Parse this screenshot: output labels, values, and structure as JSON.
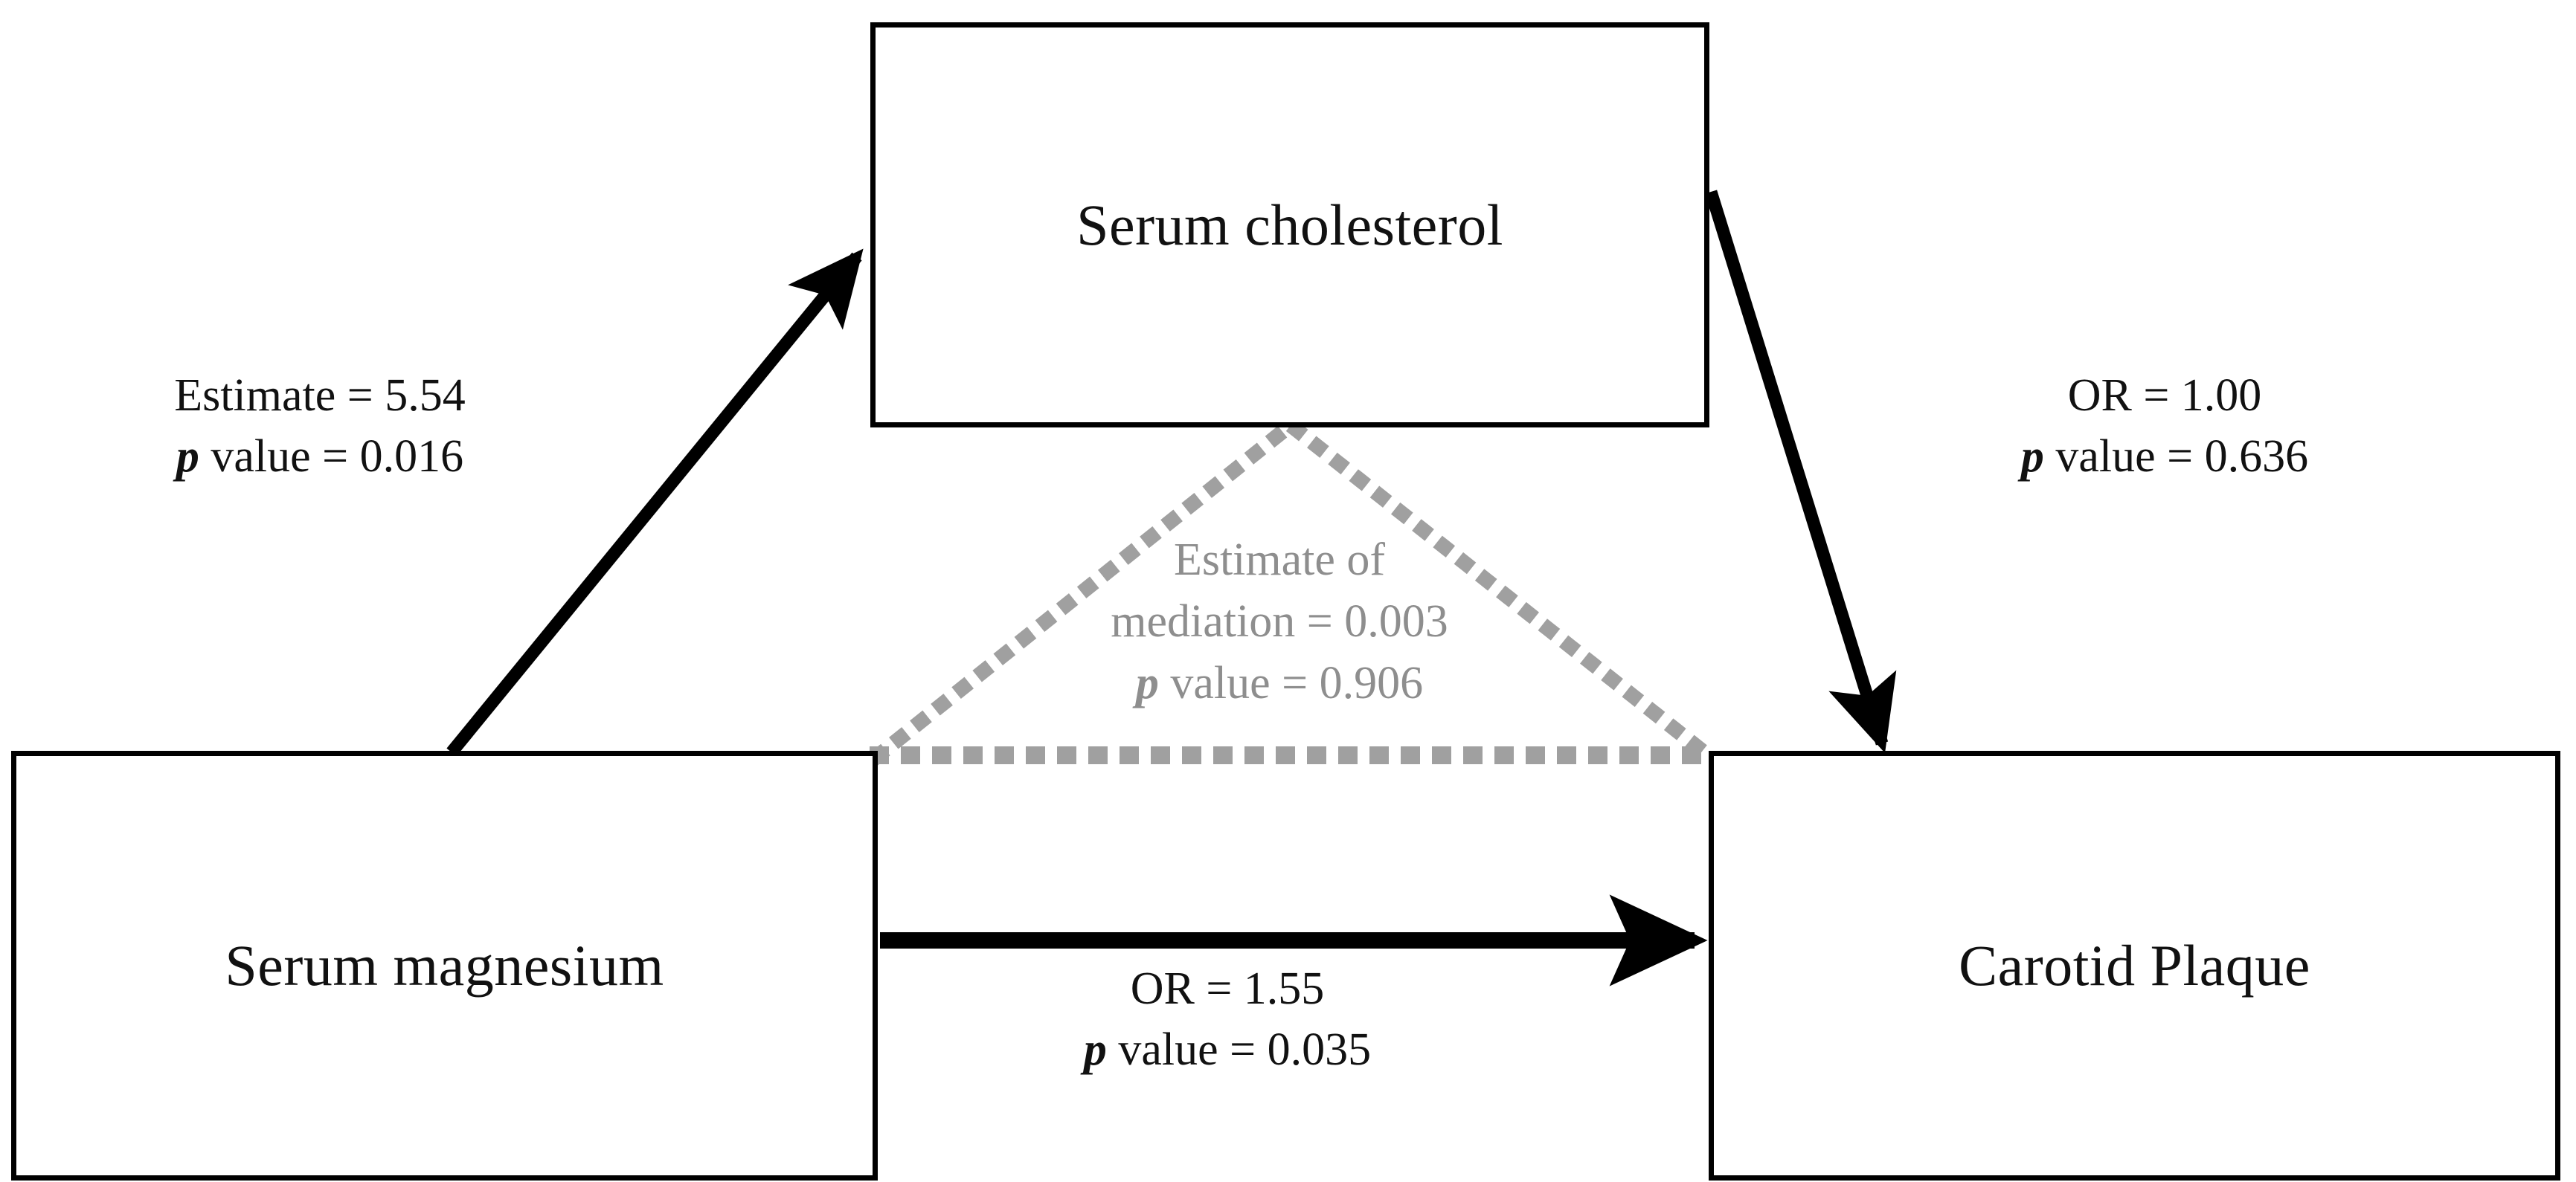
{
  "diagram": {
    "type": "mediation-path-diagram",
    "title": "",
    "nodes": [
      {
        "id": "mediator",
        "label": "Serum cholesterol",
        "role": "mediator",
        "position": "top-center"
      },
      {
        "id": "exposure",
        "label": "Serum magnesium",
        "role": "exposure",
        "position": "bottom-left"
      },
      {
        "id": "outcome",
        "label": "Carotid Plaque",
        "role": "outcome",
        "position": "bottom-right"
      }
    ],
    "edges": [
      {
        "id": "a-path",
        "from": "exposure",
        "to": "mediator",
        "style": "solid",
        "color": "#000000",
        "line1_prefix": "Estimate = ",
        "line1_value": "5.54",
        "line1": "Estimate = 5.54",
        "line2_p": "p",
        "line2_rest": " value = 0.016",
        "line2": "p value = 0.016",
        "estimate": 5.54,
        "p_value": 0.016
      },
      {
        "id": "b-path",
        "from": "mediator",
        "to": "outcome",
        "style": "solid",
        "color": "#000000",
        "line1_prefix": "OR = ",
        "line1_value": "1.00",
        "line1": "OR = 1.00",
        "line2_p": "p",
        "line2_rest": " value = 0.636",
        "line2": "p value = 0.636",
        "odds_ratio": 1.0,
        "p_value": 0.636
      },
      {
        "id": "c-path",
        "from": "exposure",
        "to": "outcome",
        "style": "solid",
        "color": "#000000",
        "line1_prefix": "OR = ",
        "line1_value": "1.55",
        "line1": "OR = 1.55",
        "line2_p": "p",
        "line2_rest": " value = 0.035",
        "line2": "p value = 0.035",
        "odds_ratio": 1.55,
        "p_value": 0.035
      },
      {
        "id": "indirect-path",
        "from": "exposure",
        "via": "mediator",
        "to": "outcome",
        "style": "dotted",
        "color": "#a0a0a0",
        "line1": "Estimate of",
        "line2_prefix": "mediation = ",
        "line2_value": "0.003",
        "line2": "mediation = 0.003",
        "line3_p": "p",
        "line3_rest": " value = 0.906",
        "line3": "p value = 0.906",
        "estimate": 0.003,
        "p_value": 0.906
      }
    ],
    "colors": {
      "node_border": "#000000",
      "node_fill": "#ffffff",
      "solid_edge": "#000000",
      "dotted_edge": "#a0a0a0",
      "text": "#111111",
      "muted_text": "#8e8e8e",
      "background": "#ffffff"
    }
  }
}
